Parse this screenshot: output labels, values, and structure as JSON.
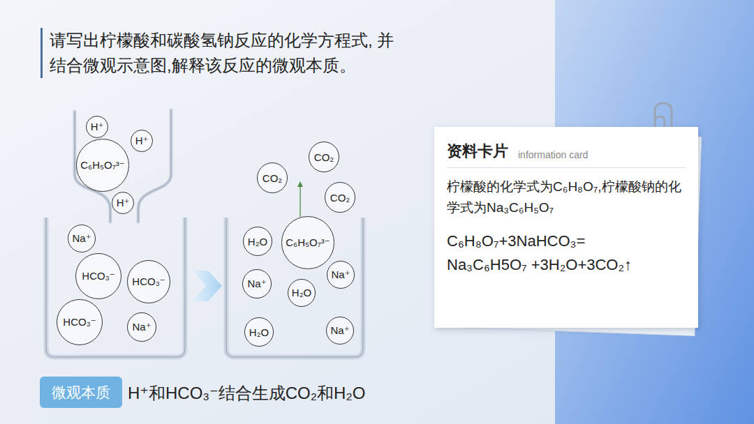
{
  "diagram": {
    "title": "请写出柠檬酸和碳酸氢钠反应的化学方程式, 并结合微观示意图,解释该反应的微观本质。",
    "nodes": [
      {
        "text": [
          "H⁺"
        ]
      },
      {
        "text": [
          "H⁺"
        ]
      },
      {
        "text": [
          "C₆H₅O₇³⁻"
        ]
      },
      {
        "text": [
          "H⁺"
        ]
      },
      {
        "text": [
          "Na⁺"
        ]
      },
      {
        "text": [
          "HCO₃⁻"
        ]
      },
      {
        "text": [
          "HCO₃⁻"
        ]
      },
      {
        "text": [
          "HCO₃⁻"
        ]
      },
      {
        "text": [
          "Na⁺"
        ]
      },
      {
        "text": [
          "CO₂"
        ]
      },
      {
        "text": [
          "CO₂"
        ]
      },
      {
        "text": [
          "CO₂"
        ]
      },
      {
        "text": [
          "H₂O"
        ]
      },
      {
        "text": [
          "C₆H₅O₇³⁻"
        ]
      },
      {
        "text": [
          "Na⁺"
        ]
      },
      {
        "text": [
          "Na⁺"
        ]
      },
      {
        "text": [
          "H₂O"
        ]
      },
      {
        "text": [
          "H₂O"
        ]
      },
      {
        "text": [
          "Na⁺"
        ]
      },
      {
        "text": [
          "资料卡片",
          "information card",
          "柠檬酸的化学式为C₆H₈O₇,柠檬酸钠的化学式为Na₃C₆H₅O₇",
          "C₆H₈O₇+3NaHCO₃= Na₃C₆H5O₇ +3H₂O+3CO₂↑"
        ]
      },
      {
        "text": [
          "微观本质"
        ]
      }
    ],
    "labels": [
      "H⁺和HCO₃⁻结合生成CO₂和H₂O"
    ]
  }
}
